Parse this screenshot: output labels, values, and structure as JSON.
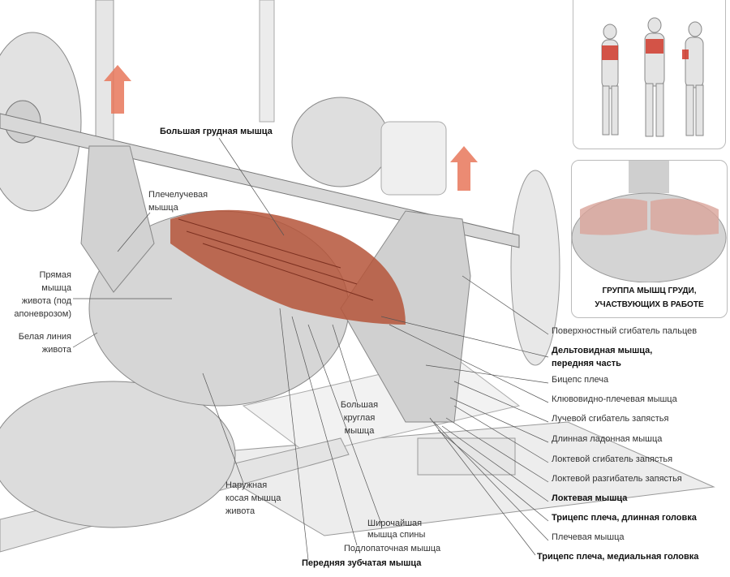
{
  "labels": {
    "pectoralis_major": "Большая грудная мышца",
    "brachioradialis": [
      "Плечелучевая",
      "мышца"
    ],
    "rectus_abdominis": [
      "Прямая",
      "мышца",
      "живота (под",
      "апоневрозом)"
    ],
    "linea_alba": [
      "Белая линия",
      "живота"
    ],
    "teres_major": [
      "Большая",
      "круглая",
      "мышца"
    ],
    "external_oblique": [
      "Наружная",
      "косая мышца",
      "живота"
    ],
    "latissimus": [
      "Широчайшая",
      "мышца спины"
    ],
    "subscapularis": "Подлопаточная мышца",
    "serratus_anterior": "Передняя зубчатая мышца",
    "right": [
      {
        "text": "Поверхностный сгибатель пальцев",
        "bold": false
      },
      {
        "text": "Дельтовидная мышца,",
        "bold": true
      },
      {
        "text": "передняя часть",
        "bold": true
      },
      {
        "text": "Бицепс плеча",
        "bold": false
      },
      {
        "text": "Клювовидно-плечевая мышца",
        "bold": false
      },
      {
        "text": "Лучевой сгибатель запястья",
        "bold": false
      },
      {
        "text": "Длинная ладонная мышца",
        "bold": false
      },
      {
        "text": "Локтевой сгибатель запястья",
        "bold": false
      },
      {
        "text": "Локтевой разгибатель запястья",
        "bold": false
      },
      {
        "text": "Локтевая мышца",
        "bold": true
      },
      {
        "text": "Трицепс плеча, длинная головка",
        "bold": true
      },
      {
        "text": "Плечевая мышца",
        "bold": false
      }
    ],
    "triceps_medial": "Трицепс плеча, медиальная головка"
  },
  "panel": {
    "caption": [
      "ГРУППА МЫШЦ ГРУДИ,",
      "УЧАСТВУЮЩИХ В РАБОТЕ"
    ]
  },
  "colors": {
    "muscle": "#b5553a",
    "arrow": "#e8775a",
    "line": "#555555"
  }
}
